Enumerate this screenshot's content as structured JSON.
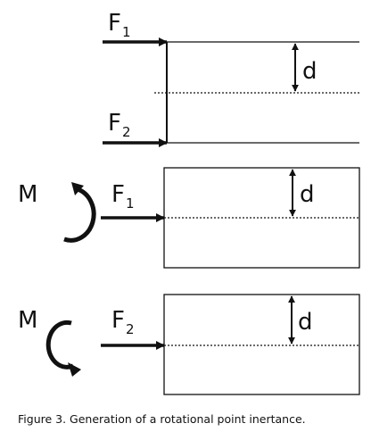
{
  "diagram": {
    "panel1": {
      "force1_base": "F",
      "force1_sub": "1",
      "force2_base": "F",
      "force2_sub": "2",
      "distance": "d"
    },
    "panel2": {
      "moment": "M",
      "force_base": "F",
      "force_sub": "1",
      "distance": "d"
    },
    "panel3": {
      "moment": "M",
      "force_base": "F",
      "force_sub": "2",
      "distance": "d"
    },
    "caption": "Figure 3. Generation of a rotational point inertance.",
    "ink_color": "#111111"
  }
}
